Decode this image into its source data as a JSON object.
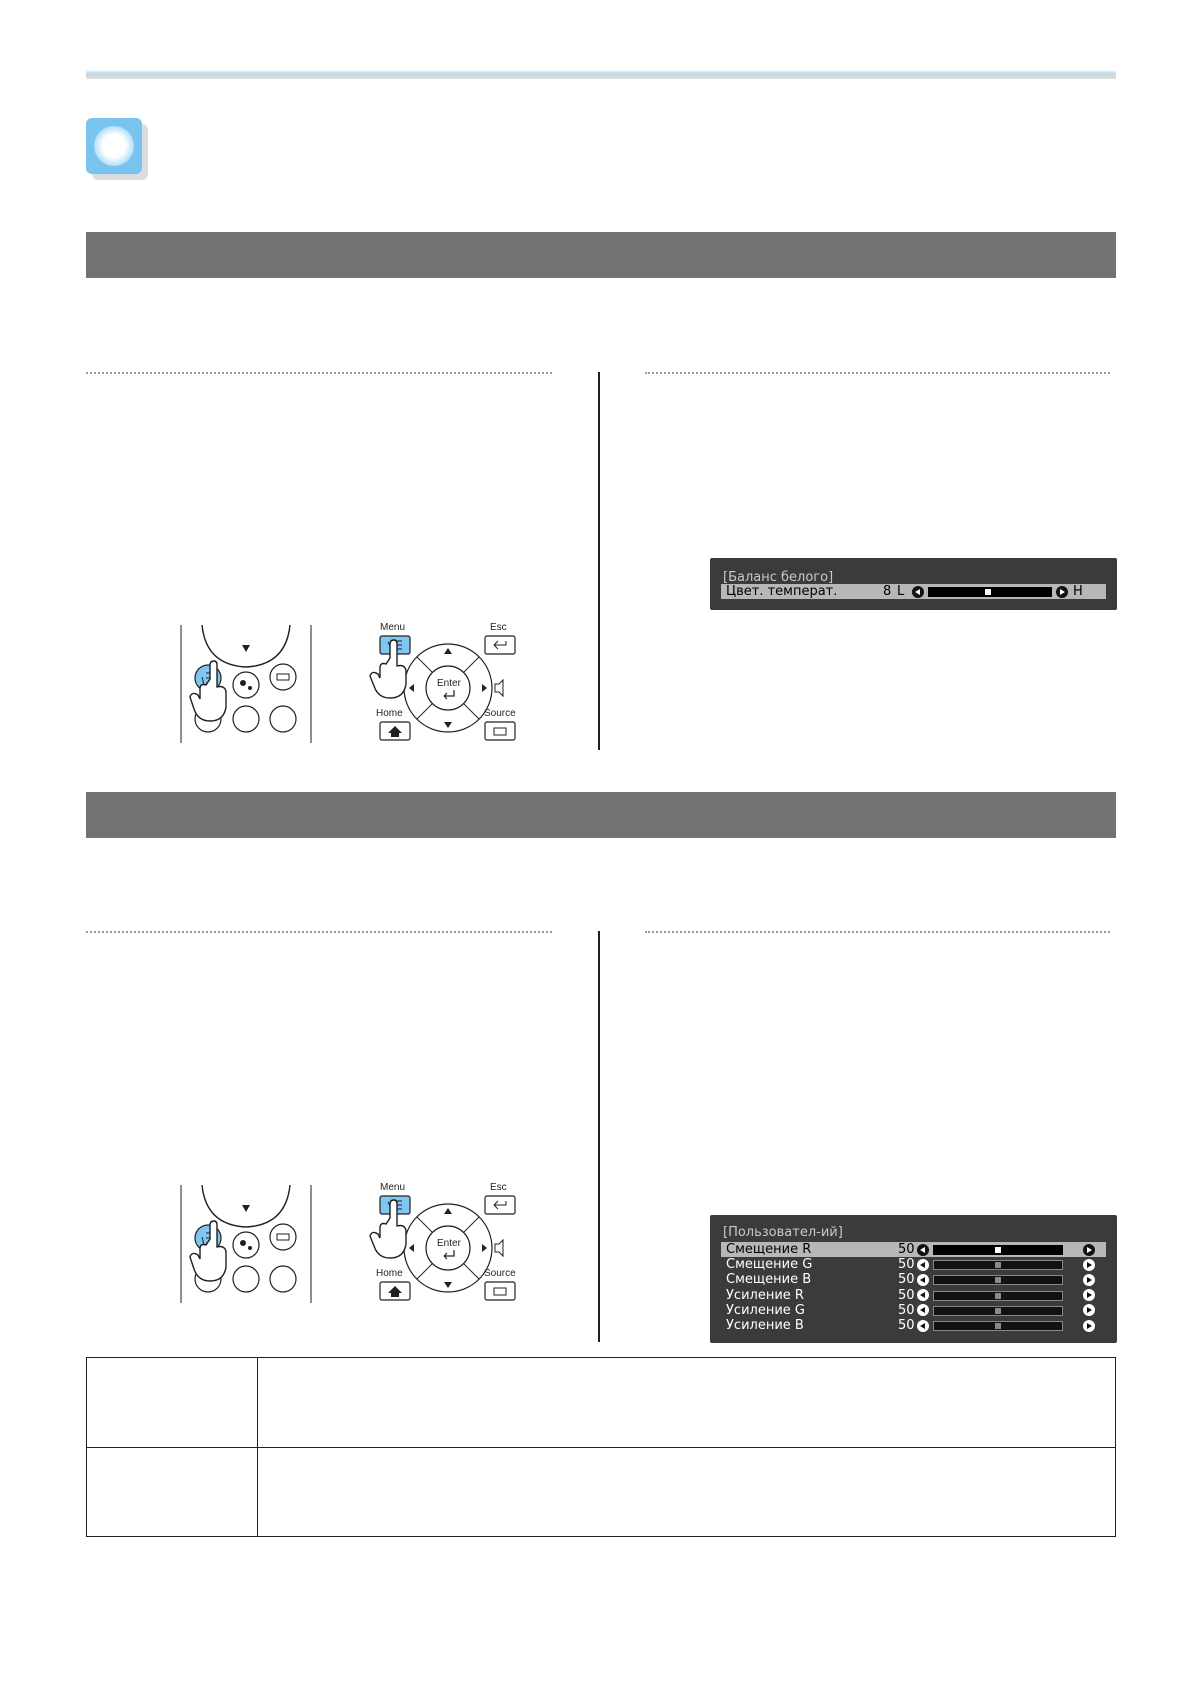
{
  "osd_white_balance": {
    "title": "[Баланс белого]",
    "row_label": "Цвет. температ.",
    "value": "8",
    "left_end": "L",
    "right_end": "H",
    "level": 0.48
  },
  "osd_custom": {
    "title": "[Пользовател-ий]",
    "rows": [
      {
        "label": "Смещение R",
        "value": "50",
        "level": 0.5
      },
      {
        "label": "Смещение G",
        "value": "50",
        "level": 0.5
      },
      {
        "label": "Смещение B",
        "value": "50",
        "level": 0.5
      },
      {
        "label": "Усиление R",
        "value": "50",
        "level": 0.5
      },
      {
        "label": "Усиление G",
        "value": "50",
        "level": 0.5
      },
      {
        "label": "Усиление B",
        "value": "50",
        "level": 0.5
      }
    ]
  },
  "remote_labels": {
    "menu": "Menu",
    "esc": "Esc",
    "enter": "Enter",
    "home": "Home",
    "source": "Source"
  },
  "colors": {
    "accent": "#79c4ef",
    "section_bar": "#737373",
    "osd_background": "#3b3b3b",
    "menu_button": "#7fc7f0"
  }
}
